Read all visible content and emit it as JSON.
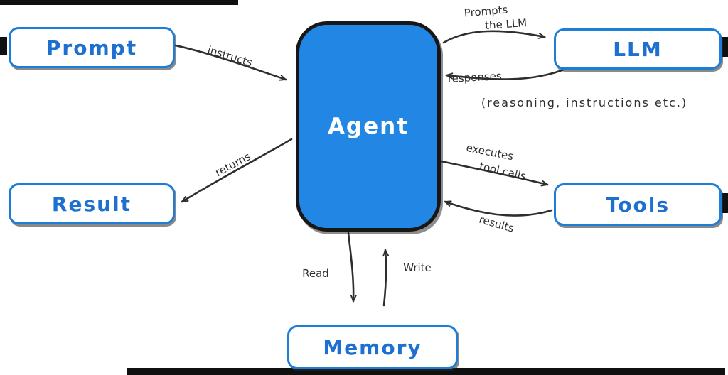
{
  "diagram": {
    "nodes": {
      "prompt": "Prompt",
      "result": "Result",
      "agent": "Agent",
      "llm": "LLM",
      "tools": "Tools",
      "memory": "Memory"
    },
    "edges": {
      "prompt_to_agent": "instructs",
      "agent_to_result": "returns",
      "agent_to_llm_1": "Prompts",
      "agent_to_llm_2": "the LLM",
      "llm_to_agent_1": "responses",
      "llm_to_agent_2": "(reasoning, instructions etc.)",
      "agent_to_tools_1": "executes",
      "agent_to_tools_2": "tool calls",
      "tools_to_agent": "results",
      "memory_read": "Read",
      "memory_write": "Write"
    },
    "colors": {
      "node_border_blue": "#1c7ed6",
      "node_text_blue": "#1d70d0",
      "agent_fill_blue": "#2287e4",
      "agent_border": "#171717",
      "ink": "#2e2e2e",
      "background": "#ffffff",
      "matte_artifact": "#101010"
    }
  }
}
